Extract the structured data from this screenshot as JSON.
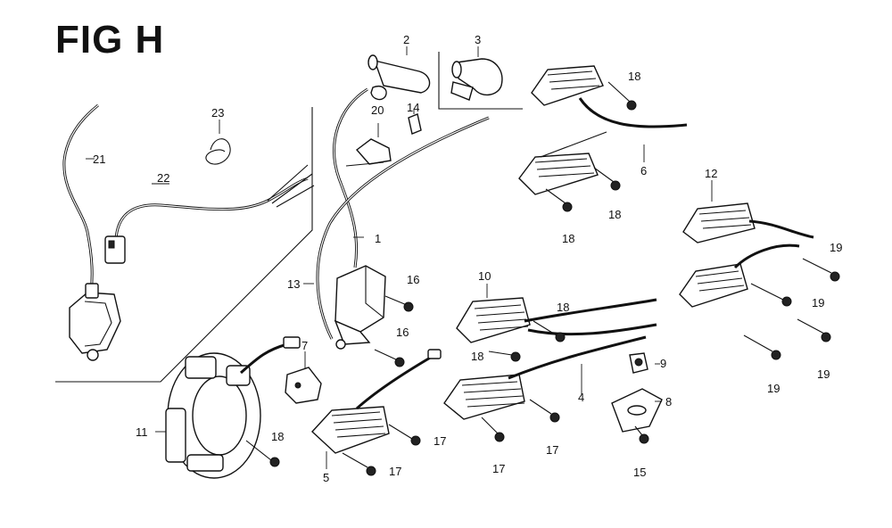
{
  "figure": {
    "title": "FIG H"
  },
  "callouts": [
    {
      "id": "c1",
      "text": "1"
    },
    {
      "id": "c2",
      "text": "2"
    },
    {
      "id": "c3",
      "text": "3"
    },
    {
      "id": "c4",
      "text": "4"
    },
    {
      "id": "c5",
      "text": "5"
    },
    {
      "id": "c6",
      "text": "6"
    },
    {
      "id": "c7",
      "text": "7"
    },
    {
      "id": "c8",
      "text": "8"
    },
    {
      "id": "c9",
      "text": "9"
    },
    {
      "id": "c10",
      "text": "10"
    },
    {
      "id": "c11",
      "text": "11"
    },
    {
      "id": "c12",
      "text": "12"
    },
    {
      "id": "c13",
      "text": "13"
    },
    {
      "id": "c14",
      "text": "14"
    },
    {
      "id": "c15",
      "text": "15"
    },
    {
      "id": "c16a",
      "text": "16"
    },
    {
      "id": "c16b",
      "text": "16"
    },
    {
      "id": "c17a",
      "text": "17"
    },
    {
      "id": "c17b",
      "text": "17"
    },
    {
      "id": "c17c",
      "text": "17"
    },
    {
      "id": "c17d",
      "text": "17"
    },
    {
      "id": "c18a",
      "text": "18"
    },
    {
      "id": "c18b",
      "text": "18"
    },
    {
      "id": "c18c",
      "text": "18"
    },
    {
      "id": "c18d",
      "text": "18"
    },
    {
      "id": "c18e",
      "text": "18"
    },
    {
      "id": "c18f",
      "text": "18"
    },
    {
      "id": "c19a",
      "text": "19"
    },
    {
      "id": "c19b",
      "text": "19"
    },
    {
      "id": "c19c",
      "text": "19"
    },
    {
      "id": "c19d",
      "text": "19"
    },
    {
      "id": "c20",
      "text": "20"
    },
    {
      "id": "c21",
      "text": "21"
    },
    {
      "id": "c22",
      "text": "22"
    },
    {
      "id": "c23",
      "text": "23"
    }
  ]
}
